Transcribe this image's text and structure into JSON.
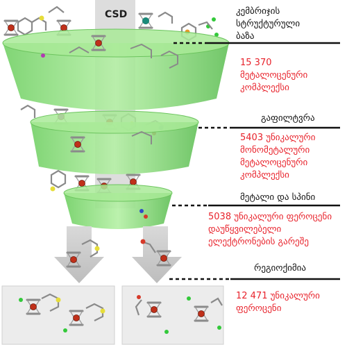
{
  "source_label": "CSD",
  "colors": {
    "funnel_green": "#8fe07e",
    "funnel_dark": "#5fbf55",
    "arrow_gray": "#c9c9c9",
    "text_red": "#e8222b",
    "iron": "#c0301a",
    "carbon": "#7d7d7d",
    "sulfur": "#e6dd3a",
    "chlorine": "#33c93a",
    "nitrogen": "#2f4cc9",
    "oxygen": "#d63a2a",
    "phosphorus": "#e59a2a"
  },
  "stages": [
    {
      "title_lines": [
        "კემბრიჯის",
        "სტრუქტურული",
        "ბაზა"
      ],
      "count_lines": [
        "15 370",
        "მეტალოცენური",
        "კომპლექსი"
      ]
    },
    {
      "title_lines": [
        "გაფილტვრა"
      ],
      "count_lines": [
        "5403 უნიკალური",
        "მონომეტალური",
        "მეტალოცენური",
        "კომპლექსი"
      ]
    },
    {
      "title_lines": [
        "მეტალი და სპინი"
      ],
      "count_lines": [
        "5038 უნიკალური ფეროცენი",
        "დაუწყვილებელი",
        "ელექტრონების გარეშე"
      ]
    },
    {
      "title_lines": [
        "რეგიოქიმია"
      ],
      "count_lines": [
        "12 471 უნიკალური",
        "ფეროცენი"
      ]
    }
  ]
}
